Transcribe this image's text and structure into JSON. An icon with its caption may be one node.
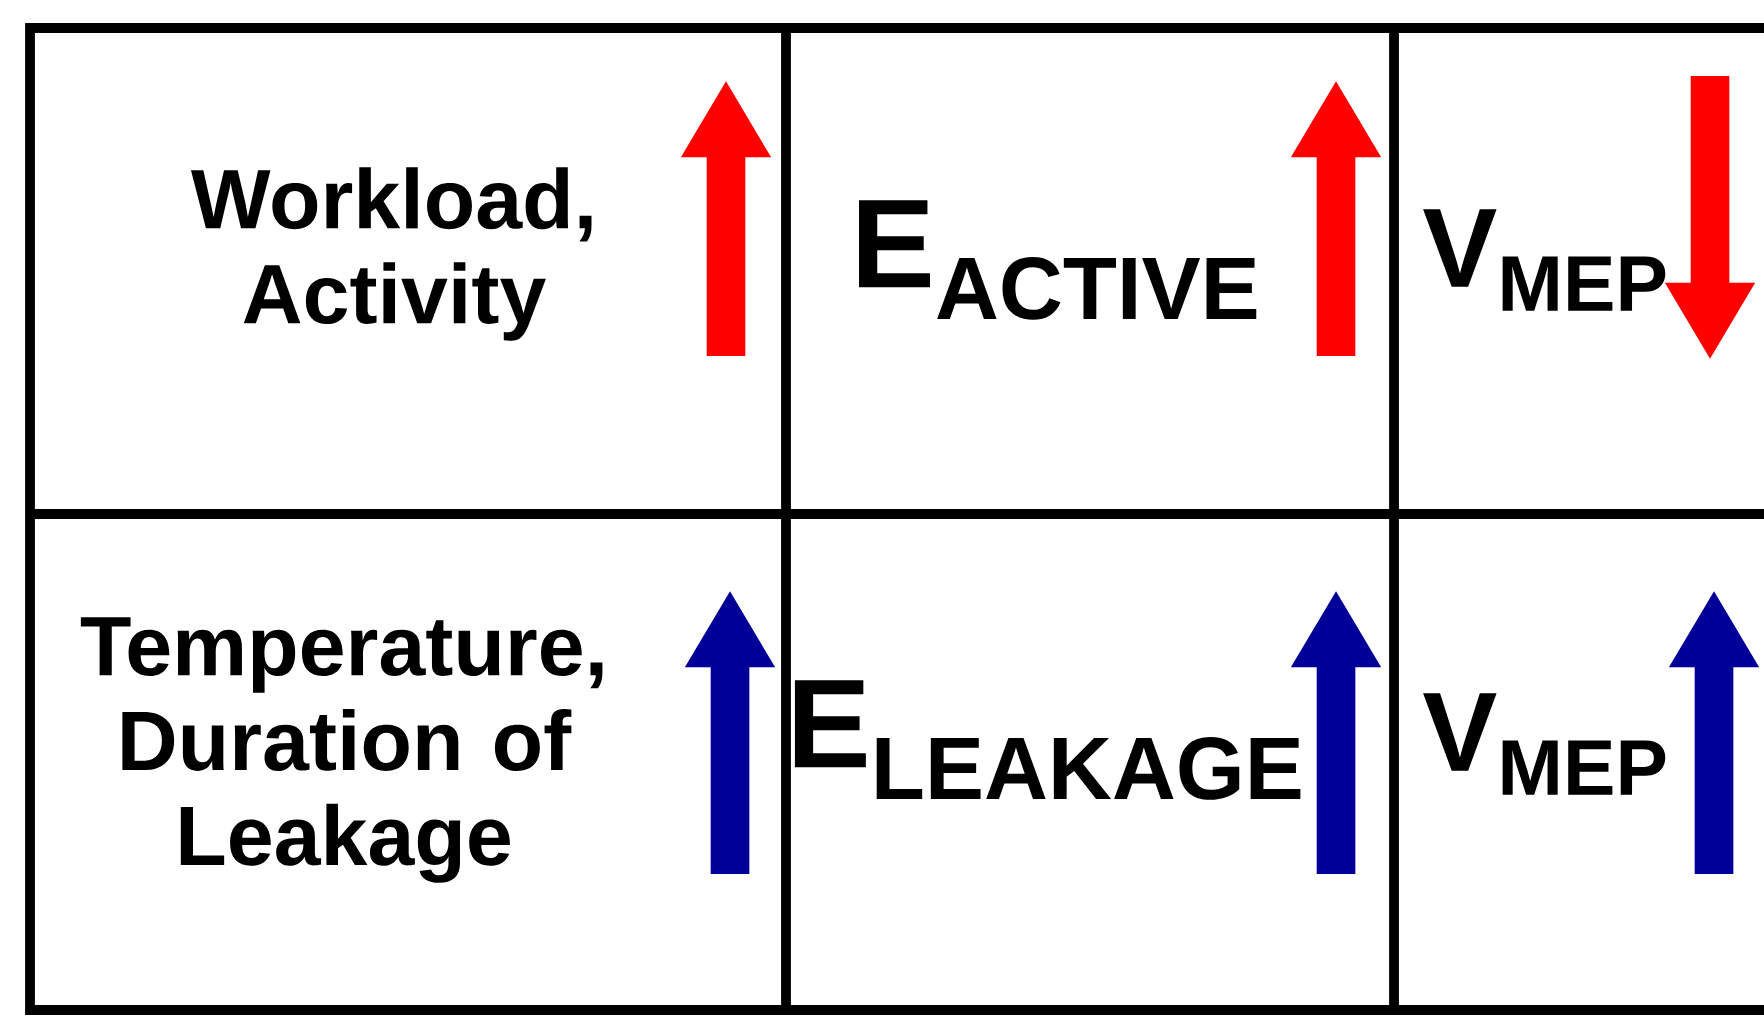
{
  "diagram": {
    "labels": [
      "Workload, Activity",
      "E$_{ACTIVE}$",
      "V$_{MEP}$",
      "Temperature, Duration of Leakage",
      "E$_{LEAKAGE}$",
      "V$_{MEP}$"
    ]
  }
}
